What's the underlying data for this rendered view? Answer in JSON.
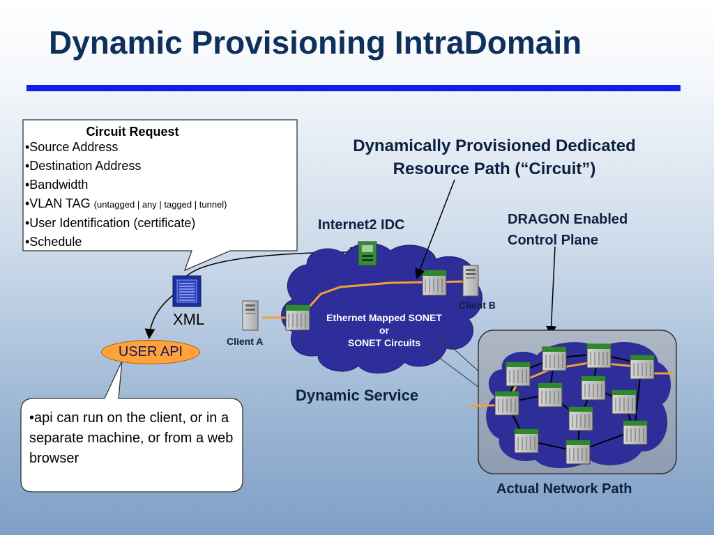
{
  "title": "Dynamic Provisioning IntraDomain",
  "circuit_request": {
    "heading": "Circuit Request",
    "items": [
      {
        "text": "•Source Address",
        "note": ""
      },
      {
        "text": "•Destination Address",
        "note": ""
      },
      {
        "text": "•Bandwidth",
        "note": ""
      },
      {
        "text": "•VLAN TAG ",
        "note": "(untagged | any | tagged | tunnel)"
      },
      {
        "text": "•User Identification (certificate)",
        "note": ""
      },
      {
        "text": "•Schedule",
        "note": ""
      }
    ]
  },
  "api_note": "•api can run on the client, or in a separate machine, or from a web browser",
  "user_api": "USER API",
  "xml_label": "XML",
  "circuit_title_line1": "Dynamically Provisioned Dedicated",
  "circuit_title_line2": "Resource Path (“Circuit”)",
  "idc_label": "Internet2 IDC",
  "dragon_line1": "DRAGON Enabled",
  "dragon_line2": "Control Plane",
  "client_a": "Client A",
  "client_b": "Client B",
  "cloud_line1": "Ethernet Mapped SONET",
  "cloud_line2": "or",
  "cloud_line3": "SONET Circuits",
  "dynamic_service": "Dynamic Service",
  "actual_path": "Actual Network Path",
  "colors": {
    "title": "#0f2f5c",
    "rule": "#0d1ee8",
    "cloud": "#2e2e9a",
    "path": "#f5a035",
    "api": "#ffa23c"
  }
}
